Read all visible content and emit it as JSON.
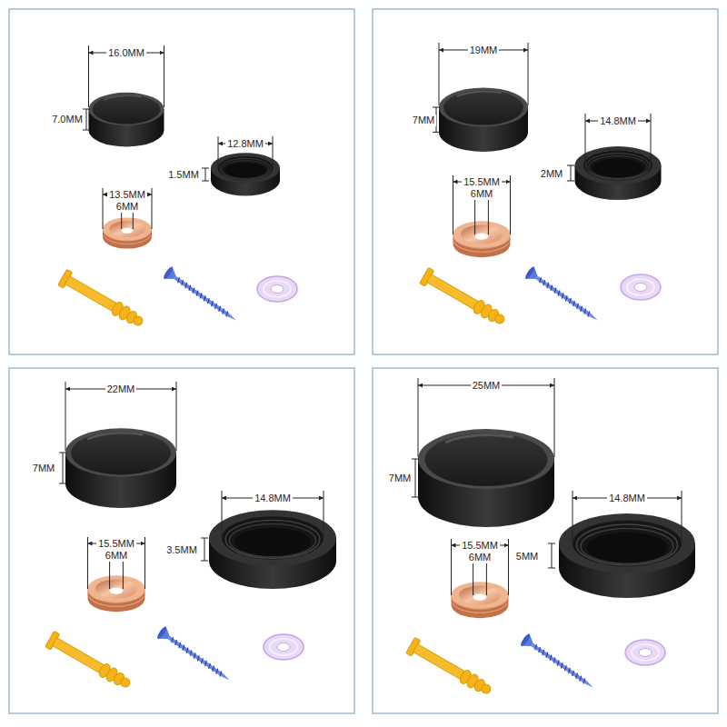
{
  "diagram": {
    "labels": [
      "16.0MM",
      "7.0MM",
      "12.8MM",
      "1.5MM",
      "13.5MM",
      "6MM",
      "19MM",
      "7MM",
      "14.8MM",
      "2MM",
      "15.5MM",
      "6MM",
      "22MM",
      "7MM",
      "14.8MM",
      "3.5MM",
      "15.5MM",
      "6MM",
      "25MM",
      "7MM",
      "14.8MM",
      "5MM",
      "15.5MM",
      "6MM"
    ]
  }
}
